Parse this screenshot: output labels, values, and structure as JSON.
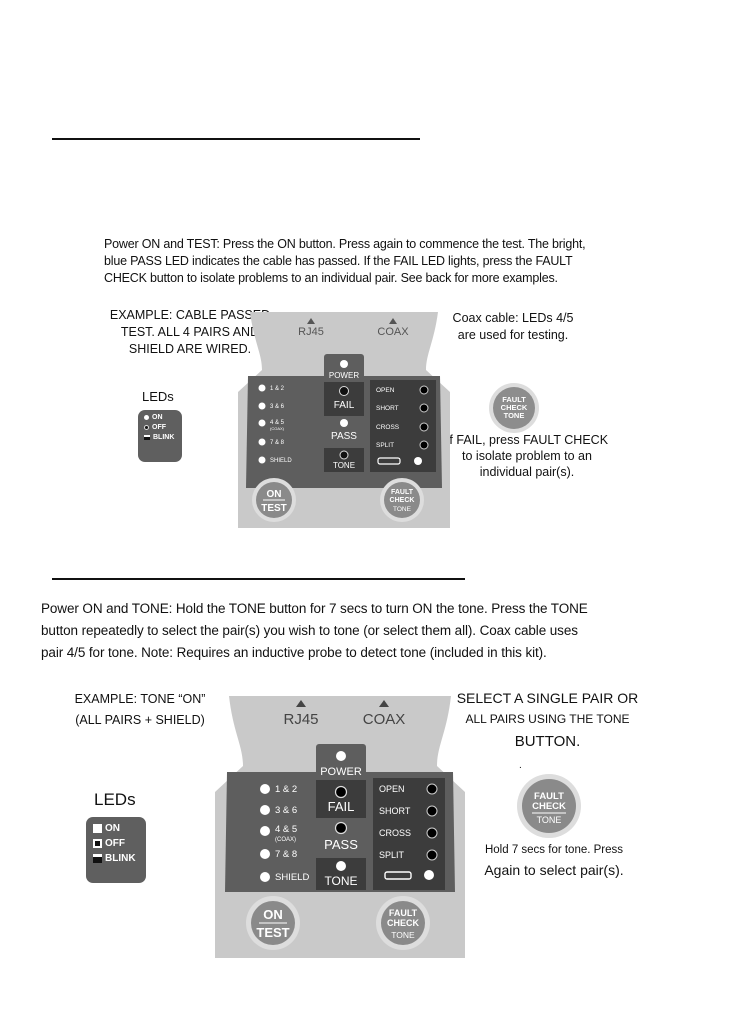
{
  "section1": {
    "instructions": "Power ON and TEST: Press the ON button. Press again to commence the test. The bright, blue PASS LED indicates the cable has passed. If the FAIL LED lights, press the FAULT CHECK button to isolate problems to an individual pair. See back for more examples.",
    "example_l1": "EXAMPLE: CABLE PASSED",
    "example_l2": "TEST. ALL 4 PAIRS AND",
    "example_l3": "SHIELD ARE WIRED.",
    "coax_l1": "Coax cable: LEDs 4/5",
    "coax_l2": "are used for testing.",
    "fail_l1": "If FAIL, press FAULT CHECK",
    "fail_l2": "to isolate problem to an",
    "fail_l3": "individual pair(s).",
    "leds_title": "LEDs"
  },
  "section2": {
    "line1": "Power ON and TONE: Hold the TONE button for 7 secs to turn ON the tone. Press the TONE",
    "line2": "button repeatedly to select the pair(s) you wish to tone (or select them all). Coax cable uses",
    "line3": "pair 4/5 for tone. Note: Requires an inductive probe to detect tone (included in this kit).",
    "example_l1": "EXAMPLE: TONE “ON”",
    "example_l2": "(ALL PAIRS + SHIELD)",
    "select_l1": "SELECT A SINGLE PAIR OR",
    "select_l2": "ALL PAIRS USING THE TONE",
    "select_l3": "BUTTON.",
    "dot": ".",
    "hold_l1": "Hold 7 secs for tone. Press",
    "hold_l2": "Again to select pair(s).",
    "leds_title": "LEDs"
  },
  "led_legend": {
    "on": "ON",
    "off": "OFF",
    "blink": "BLINK"
  },
  "panel": {
    "rj45": "RJ45",
    "coax": "COAX",
    "power": "POWER",
    "fail": "FAIL",
    "pass": "PASS",
    "tone": "TONE",
    "pairs": [
      "1 & 2",
      "3 & 6",
      "4 & 5",
      "7 & 8",
      "SHIELD"
    ],
    "coax_sub": "(COAX)",
    "faults": [
      "OPEN",
      "SHORT",
      "CROSS",
      "SPLIT"
    ],
    "on_button_l1": "ON",
    "on_button_l2": "TEST",
    "fault_button_l1": "FAULT",
    "fault_button_l2": "CHECK",
    "fault_button_l3": "TONE"
  },
  "colors": {
    "panel_outer": "#c9c9c9",
    "panel_inner": "#5e5e5e",
    "panel_dark": "#3c3c3c",
    "button": "#8a8a8a"
  }
}
